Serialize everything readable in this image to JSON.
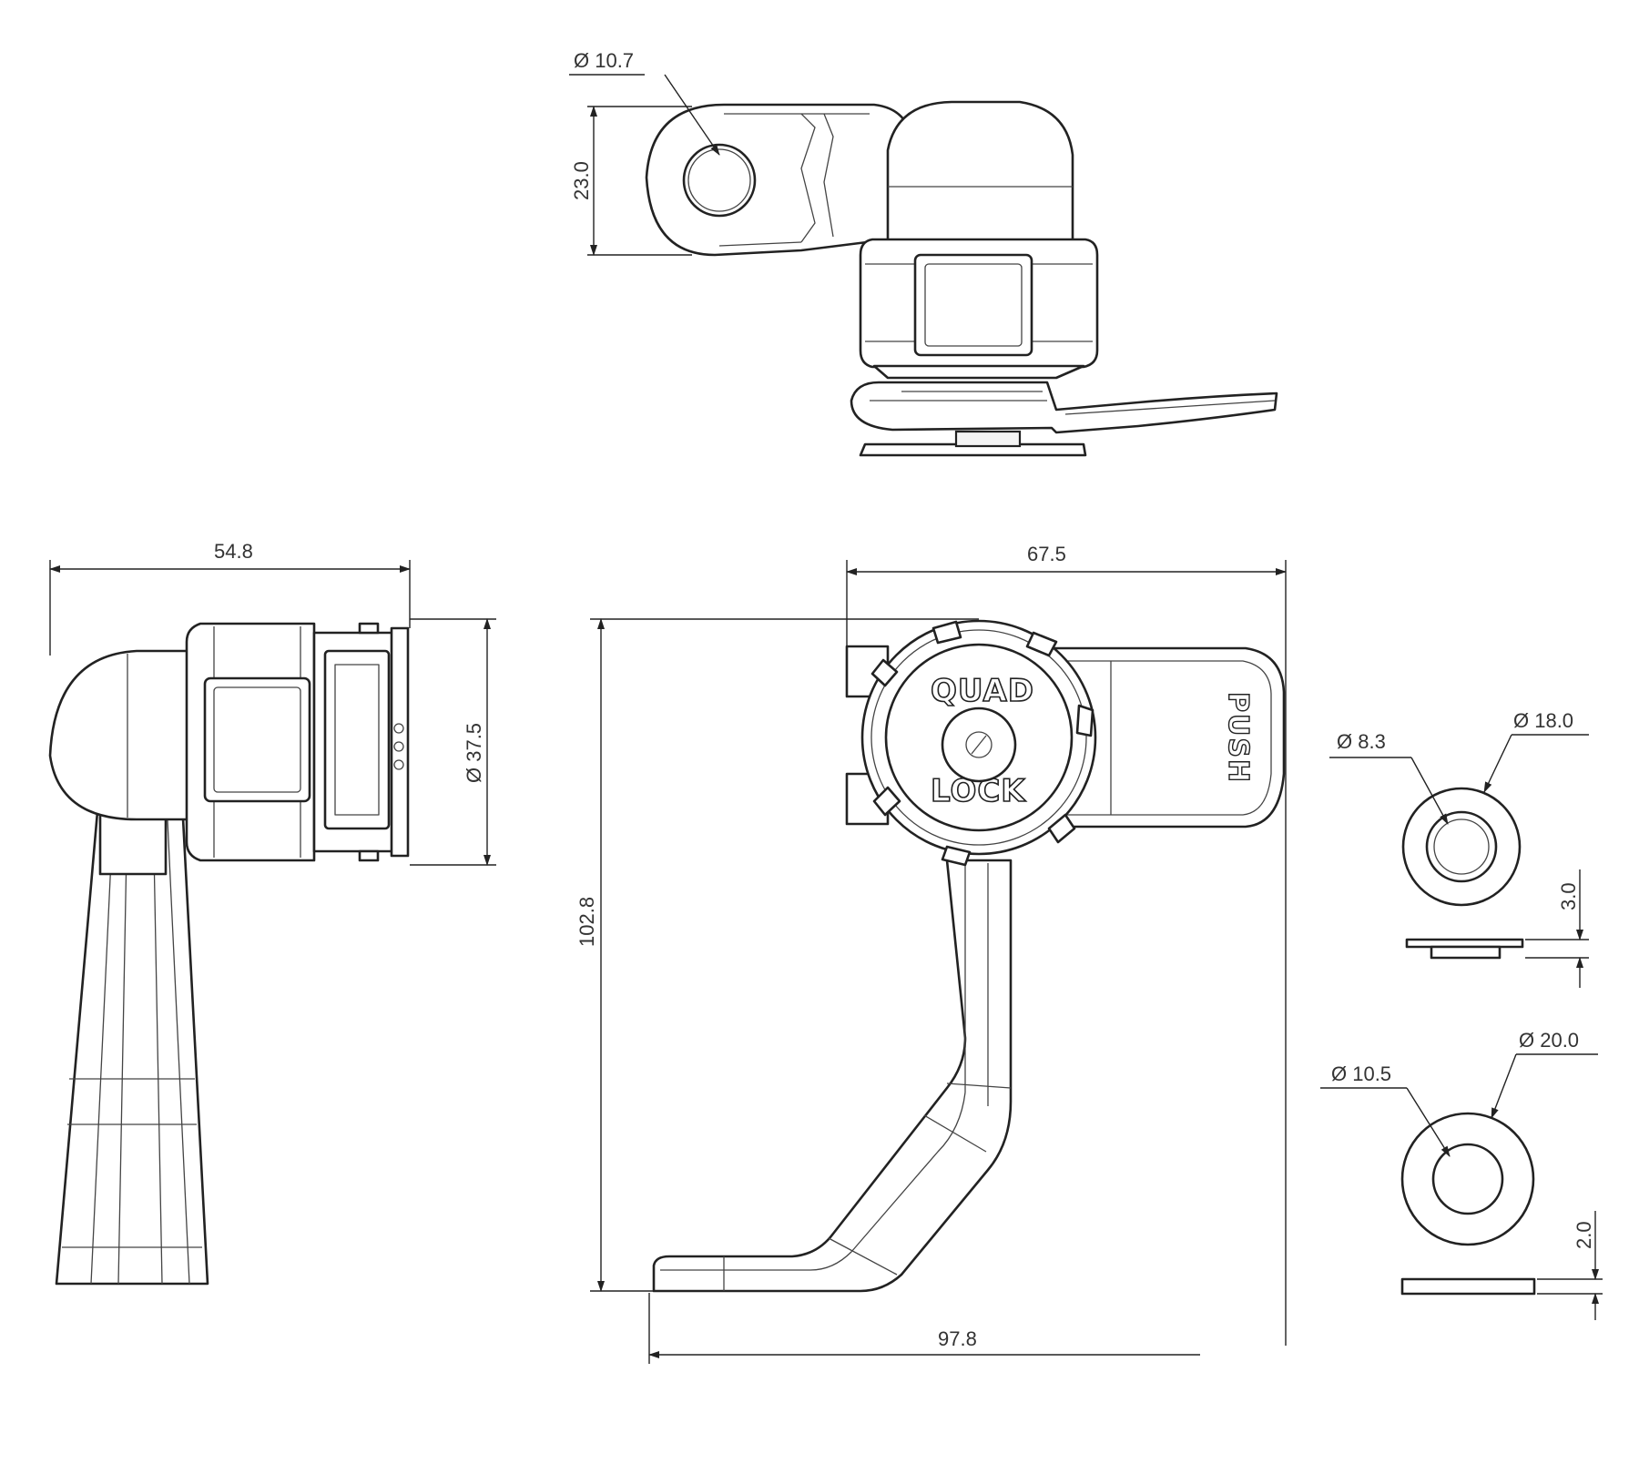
{
  "dimensions": {
    "hole_dia": "Ø 10.7",
    "arm_height": "23.0",
    "side_width": "54.8",
    "head_dia": "Ø 37.5",
    "front_width": "67.5",
    "front_height": "102.8",
    "base_length": "97.8",
    "washer1_inner": "Ø 8.3",
    "washer1_outer": "Ø 18.0",
    "washer1_thickness": "3.0",
    "washer2_inner": "Ø 10.5",
    "washer2_outer": "Ø 20.0",
    "washer2_thickness": "2.0"
  },
  "labels": {
    "brand_top": "QUAD",
    "brand_bottom": "LOCK",
    "push": "PUSH"
  }
}
